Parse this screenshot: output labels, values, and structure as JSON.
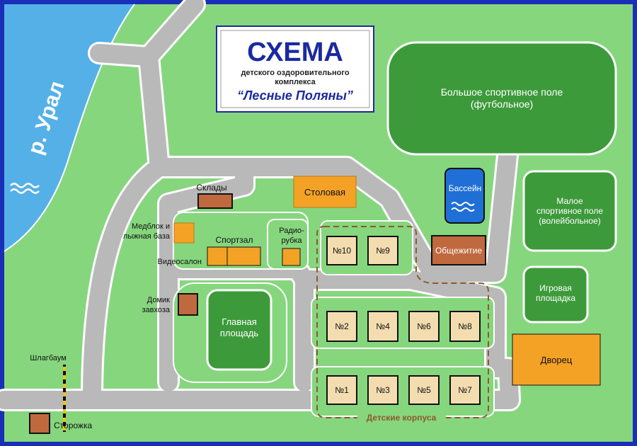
{
  "title_box": {
    "title": "СХЕМА",
    "subtitle_line1": "детского оздоровительного",
    "subtitle_line2": "комплекса",
    "name": "“Лесные Поляны”"
  },
  "river": {
    "label": "р. Урал"
  },
  "fields": {
    "big_field_line1": "Большое спортивное поле",
    "big_field_line2": "(футбольное)",
    "small_field_line1": "Малое",
    "small_field_line2": "спортивное поле",
    "small_field_line3": "(волейбольное)",
    "playground_line1": "Игровая",
    "playground_line2": "площадка",
    "main_square_line1": "Главная",
    "main_square_line2": "площадь",
    "pool": "Бассейн"
  },
  "buildings": {
    "warehouses": "Склады",
    "canteen": "Столовая",
    "medblock_line1": "Медблок и",
    "medblock_line2": "лыжная база",
    "gym": "Спортзал",
    "radio_line1": "Радио-",
    "radio_line2": "рубка",
    "video_salon": "Видеосалон",
    "dormitory": "Общежитие",
    "caretaker_line1": "Домик",
    "caretaker_line2": "завхоза",
    "palace": "Дворец",
    "barrier": "Шлагбаум",
    "guardhouse": "Сторожка"
  },
  "children_blocks": {
    "label": "Детские корпуса",
    "row_top": [
      "№10",
      "№9"
    ],
    "row_middle": [
      "№2",
      "№4",
      "№6",
      "№8"
    ],
    "row_bottom": [
      "№1",
      "№3",
      "№5",
      "№7"
    ]
  },
  "colors": {
    "frame": "#1a2fb8",
    "grass": "#86d67e",
    "road": "#b9b9b9",
    "road_edge": "#ffffff",
    "river": "#55b0e8",
    "dark_green": "#3d9a3b",
    "orange": "#f4a226",
    "brown": "#c0693f",
    "block_fill": "#f3ddb0",
    "dashed": "#8b5a2b",
    "title_blue": "#1b2aa0"
  }
}
